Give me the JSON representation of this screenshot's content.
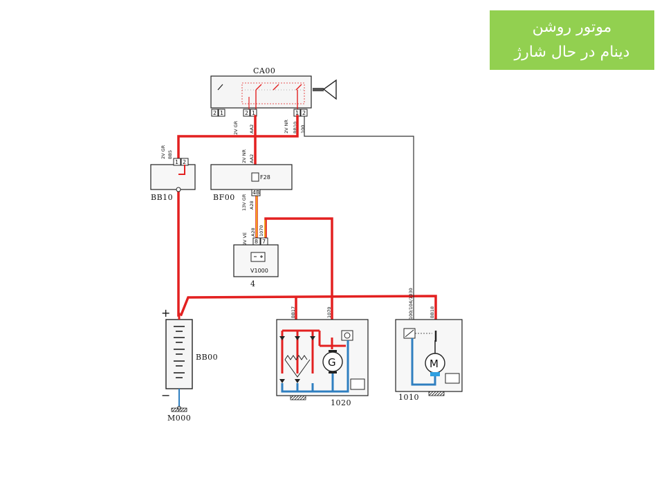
{
  "slide": {
    "title_line1": "موتور روشن",
    "title_line2": "دینام در حال شارژ"
  },
  "colors": {
    "title_bg": "#92d050",
    "live_wire": "#e32020",
    "ground_wire": "#2f7fc0",
    "signal_wire": "#333333"
  },
  "components": {
    "ignition_switch": {
      "code": "CA00",
      "pins_left": [
        "2",
        "1"
      ],
      "pins_mid": [
        "2",
        "1"
      ],
      "pins_right": [
        "1",
        "2"
      ]
    },
    "fuse_box_engine": {
      "code": "BB10",
      "pins": [
        "1",
        "2"
      ]
    },
    "fuse_box": {
      "code": "BF00",
      "fuse": "F28",
      "pin": "4B"
    },
    "indicator": {
      "code": "V1000",
      "ref": "4",
      "pins": [
        "8",
        "7"
      ]
    },
    "battery": {
      "code": "BB00",
      "plus": "+",
      "minus": "−"
    },
    "ground": {
      "code": "M000"
    },
    "alternator": {
      "code": "1020",
      "gen_symbol": "G"
    },
    "starter": {
      "code": "1010",
      "motor_symbol": "M"
    }
  },
  "wire_labels": {
    "w1": "2V GR",
    "w2": "AA2",
    "w3": "2V NR",
    "w4": "BB10",
    "w5": "100",
    "w6": "2V GR",
    "w7": "BB5",
    "w8": "2V NR",
    "w9": "AA2",
    "w10": "13V GR",
    "w11": "A28",
    "w12": "9V VE",
    "w13": "A28",
    "w14": "1070",
    "w15": "BB17",
    "w16": "1070",
    "w17": "100/104/1030",
    "w18": "BB18"
  }
}
